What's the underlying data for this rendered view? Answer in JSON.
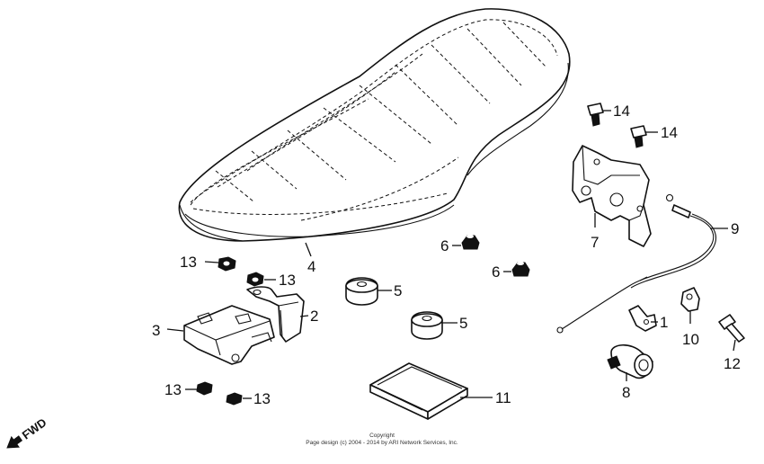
{
  "diagram": {
    "direction_label": "FWD",
    "copyright_line1": "Copyright",
    "copyright_line2": "Page design (c) 2004 - 2014 by ARI Network Services, Inc.",
    "callouts": {
      "p1": "1",
      "p2": "2",
      "p3": "3",
      "p4": "4",
      "p5a": "5",
      "p5b": "5",
      "p6a": "6",
      "p6b": "6",
      "p7": "7",
      "p8": "8",
      "p9": "9",
      "p10": "10",
      "p11": "11",
      "p12": "12",
      "p13a": "13",
      "p13b": "13",
      "p13c": "13",
      "p13d": "13",
      "p14a": "14",
      "p14b": "14"
    }
  }
}
